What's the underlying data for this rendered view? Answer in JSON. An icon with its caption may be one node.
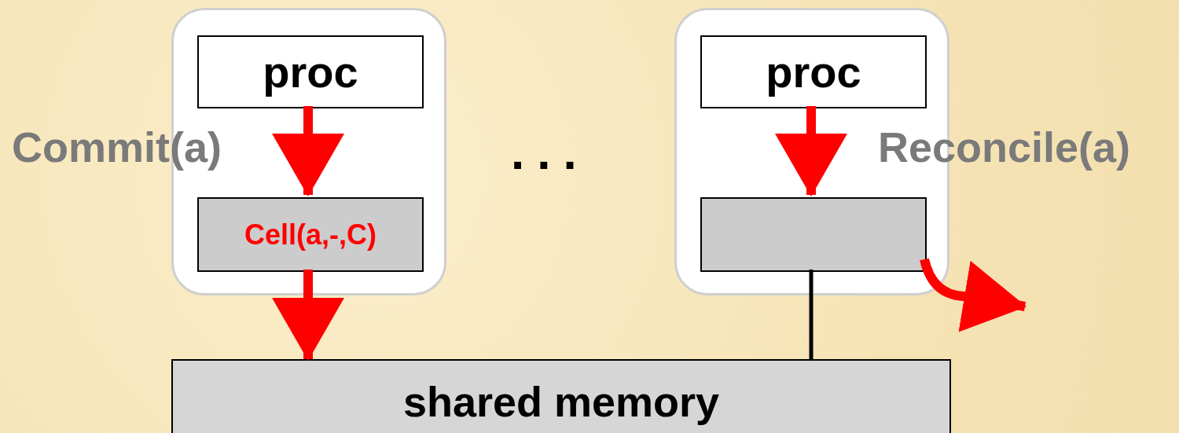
{
  "diagram": {
    "nodes": [
      {
        "text": [],
        "shape": "box"
      },
      {
        "text": [
          "proc"
        ],
        "in": 0
      },
      {
        "text": [
          "Cell(a,-,C)"
        ],
        "in": 0
      },
      {
        "text": [],
        "shape": "box"
      },
      {
        "text": [
          "proc"
        ],
        "in": 3
      },
      {
        "text": [],
        "shape": "box",
        "in": 3
      },
      {
        "text": [
          "shared memory"
        ]
      }
    ],
    "edges": [
      {
        "from": 1,
        "to": 2,
        "arrow": "to"
      },
      {
        "from": 2,
        "to": 6,
        "arrow": "to"
      },
      {
        "from": 4,
        "to": 5,
        "arrow": "to"
      },
      {
        "from": 5,
        "to": 6,
        "arrow": "none",
        "color": "#000000"
      },
      {
        "from": 5,
        "to": null,
        "arrow": "to"
      }
    ],
    "labels": [
      "Commit(a)",
      "...",
      "Reconcile(a)"
    ]
  }
}
